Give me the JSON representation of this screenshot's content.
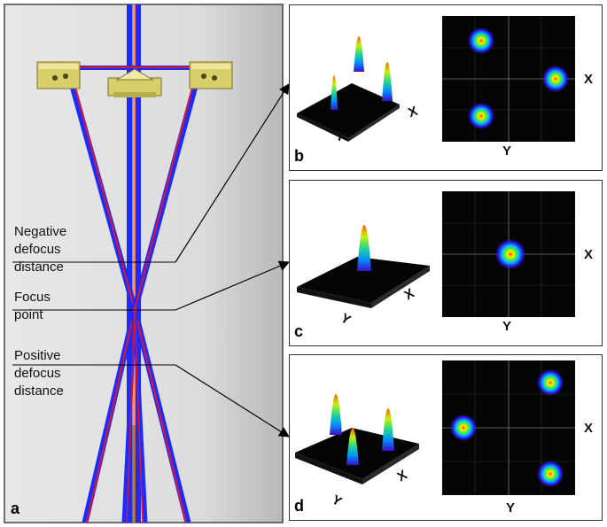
{
  "left_panel": {
    "letter": "a",
    "labels": {
      "negative": [
        "Negative",
        "defocus",
        "distance"
      ],
      "focus": [
        "Focus",
        "point"
      ],
      "positive": [
        "Positive",
        "defocus",
        "distance"
      ]
    }
  },
  "panels": [
    {
      "letter": "b",
      "axis_x": "X",
      "axis_y": "Y",
      "iso_x": "X",
      "iso_y": "Y"
    },
    {
      "letter": "c",
      "axis_x": "X",
      "axis_y": "Y",
      "iso_x": "X",
      "iso_y": "Y"
    },
    {
      "letter": "d",
      "axis_x": "X",
      "axis_y": "Y",
      "iso_x": "X",
      "iso_y": "Y"
    }
  ],
  "colors": {
    "beam_blue": "#1a2cff",
    "beam_red": "#e0162b",
    "mount_yellow": "#d8cf6a",
    "plot_bg": "#050505",
    "panel_border": "#333333"
  }
}
